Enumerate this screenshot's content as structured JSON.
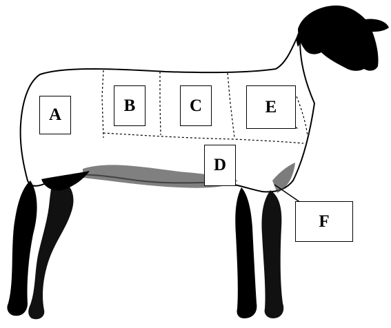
{
  "colors": {
    "ink": "#000000",
    "paper": "#ffffff"
  },
  "regions": [
    {
      "id": "a",
      "label": "A"
    },
    {
      "id": "b",
      "label": "B"
    },
    {
      "id": "c",
      "label": "C"
    },
    {
      "id": "d",
      "label": "D"
    },
    {
      "id": "e",
      "label": "E"
    },
    {
      "id": "f",
      "label": "F"
    }
  ],
  "illustration": {
    "subject": "sheep-side-view"
  }
}
